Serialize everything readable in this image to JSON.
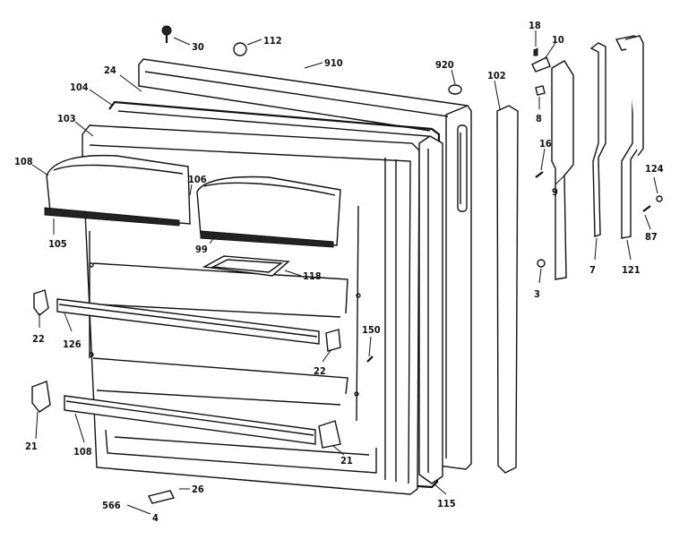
{
  "callouts": [
    {
      "id": "c30",
      "label": "30"
    },
    {
      "id": "c112",
      "label": "112"
    },
    {
      "id": "c910",
      "label": "910"
    },
    {
      "id": "c920",
      "label": "920"
    },
    {
      "id": "c24",
      "label": "24"
    },
    {
      "id": "c104",
      "label": "104"
    },
    {
      "id": "c103",
      "label": "103"
    },
    {
      "id": "c108a",
      "label": "108"
    },
    {
      "id": "c106",
      "label": "106"
    },
    {
      "id": "c105",
      "label": "105"
    },
    {
      "id": "c99",
      "label": "99"
    },
    {
      "id": "c118",
      "label": "118"
    },
    {
      "id": "c102",
      "label": "102"
    },
    {
      "id": "c18",
      "label": "18"
    },
    {
      "id": "c10",
      "label": "10"
    },
    {
      "id": "c8",
      "label": "8"
    },
    {
      "id": "c16",
      "label": "16"
    },
    {
      "id": "c9",
      "label": "9"
    },
    {
      "id": "c3",
      "label": "3"
    },
    {
      "id": "c7",
      "label": "7"
    },
    {
      "id": "c121",
      "label": "121"
    },
    {
      "id": "c124",
      "label": "124"
    },
    {
      "id": "c87",
      "label": "87"
    },
    {
      "id": "c22a",
      "label": "22"
    },
    {
      "id": "c126",
      "label": "126"
    },
    {
      "id": "c150",
      "label": "150"
    },
    {
      "id": "c22b",
      "label": "22"
    },
    {
      "id": "c21a",
      "label": "21"
    },
    {
      "id": "c108b",
      "label": "108"
    },
    {
      "id": "c21b",
      "label": "21"
    },
    {
      "id": "c115",
      "label": "115"
    },
    {
      "id": "c26",
      "label": "26"
    },
    {
      "id": "c566",
      "label": "566"
    },
    {
      "id": "c4",
      "label": "4"
    }
  ]
}
